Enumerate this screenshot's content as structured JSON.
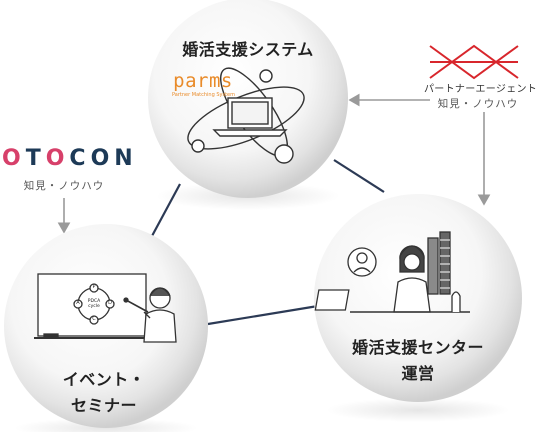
{
  "top_sphere": {
    "title": "婚活支援システム",
    "logo_text": "parms",
    "logo_tagline": "Partner Matching System"
  },
  "right_sphere": {
    "title_line1": "婚活支援センター",
    "title_line2": "運営"
  },
  "left_sphere": {
    "title_line1": "イベント・",
    "title_line2": "セミナー",
    "whiteboard_text": "PDCA cycle",
    "cycle_labels": [
      "P",
      "D",
      "C",
      "A"
    ]
  },
  "otocon": {
    "logo_text": "OTOCON",
    "caption": "知見・ノウハウ"
  },
  "partner_agent": {
    "logo_text": "パートナーエージェント",
    "caption": "知見・ノウハウ"
  },
  "colors": {
    "accent_red": "#d8262c",
    "parms_orange": "#e98b2a",
    "otocon_navy": "#1d3a57",
    "otocon_pink": "#d7406a",
    "connector_navy": "#2c3a55",
    "arrow_gray": "#9a9a9a"
  }
}
